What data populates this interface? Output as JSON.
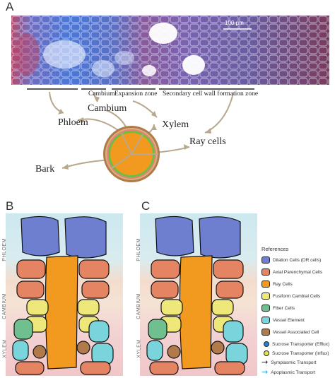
{
  "panelA": {
    "letter": "A",
    "scale_label": "100 µm",
    "zones": {
      "cambium": "Cambium",
      "expansion": "Expansion zone",
      "secondary": "Secondary cell wall formation zone"
    },
    "tissues": {
      "phloem": "Phloem",
      "xylem": "Xylem",
      "ray": "Ray cells",
      "bark": "Bark"
    }
  },
  "panelB": {
    "letter": "B",
    "side_labels": [
      "PHLOEM",
      "CAMBIUM",
      "XYLEM"
    ]
  },
  "panelC": {
    "letter": "C",
    "side_labels": [
      "PHLOEM",
      "CAMBIUM",
      "XYLEM"
    ]
  },
  "references": {
    "title": "References",
    "items": [
      {
        "label": "Dilation Cells (DR cells)",
        "color": "#6f7fd0"
      },
      {
        "label": "Axial Parenchymal Cells",
        "color": "#e58463"
      },
      {
        "label": "Ray Cells",
        "color": "#f29a1f"
      },
      {
        "label": "Fusiform Cambial Cells",
        "color": "#eee779"
      },
      {
        "label": "Fiber Cells",
        "color": "#6fbf8f"
      },
      {
        "label": "Vessel Element",
        "color": "#7ad4dc"
      },
      {
        "label": "Vessel Associated Cell",
        "color": "#b07a4a"
      }
    ],
    "markers": [
      {
        "label": "Sucrose Transporter (Efflux)",
        "color": "#2a7fd0"
      },
      {
        "label": "Sucrose Transporter (Influx)",
        "color": "#e8e24a"
      }
    ],
    "arrows": [
      {
        "label": "Symplasmic Transport",
        "color": "#111111"
      },
      {
        "label": "Apoplasmic Transport",
        "color": "#2a9fd8"
      }
    ]
  }
}
